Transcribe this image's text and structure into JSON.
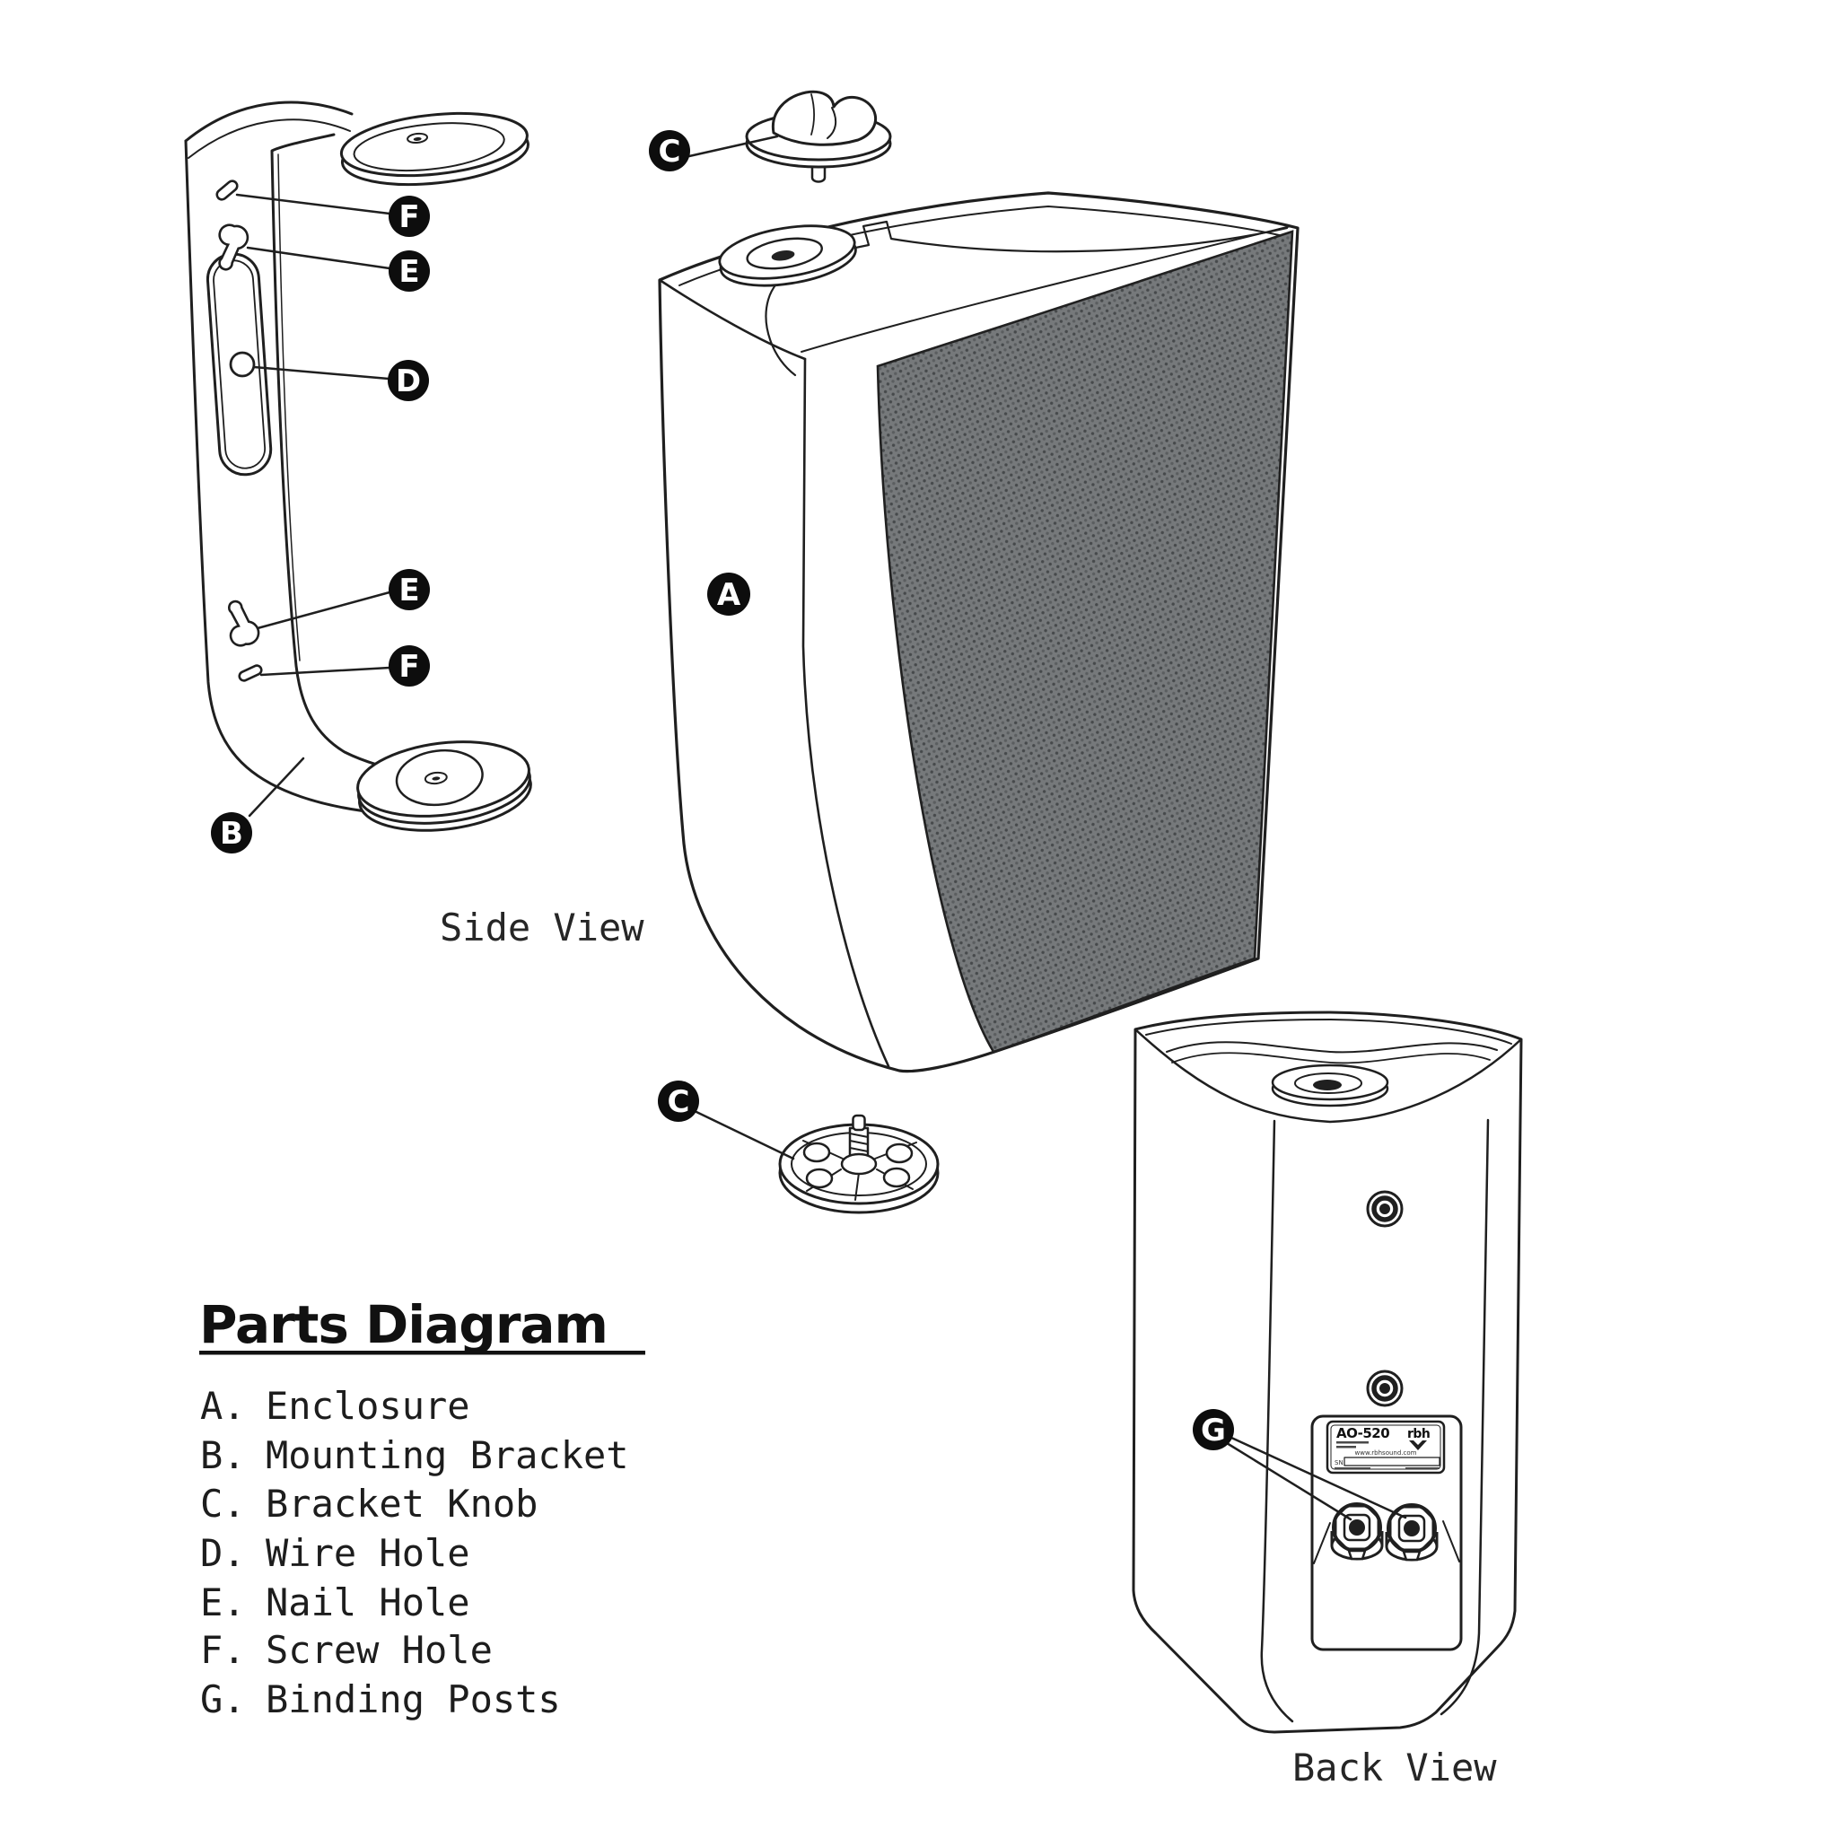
{
  "page": {
    "background": "#ffffff"
  },
  "colors": {
    "ink": "#1f1f1f",
    "badge_bg": "#0d0d0d",
    "badge_text": "#ffffff",
    "grille_base": "#76797b",
    "grille_dot_dark": "#46494b",
    "grille_dot_mid": "#5b5e60"
  },
  "captions": {
    "side_view": "Side View",
    "back_view": "Back View"
  },
  "parts_list": {
    "title": "Parts Diagram",
    "items": [
      {
        "key": "A.",
        "label": "Enclosure"
      },
      {
        "key": "B.",
        "label": "Mounting Bracket"
      },
      {
        "key": "C.",
        "label": "Bracket Knob"
      },
      {
        "key": "D.",
        "label": "Wire Hole"
      },
      {
        "key": "E.",
        "label": "Nail Hole"
      },
      {
        "key": "F.",
        "label": "Screw Hole"
      },
      {
        "key": "G.",
        "label": "Binding Posts"
      }
    ]
  },
  "callouts": {
    "c_top": "C",
    "f_top": "F",
    "e_top": "E",
    "d": "D",
    "e_bottom": "E",
    "f_bottom": "F",
    "b": "B",
    "a": "A",
    "c_bottom": "C",
    "g": "G"
  },
  "back_panel_label": {
    "model": "AO-520",
    "brand": "rbh",
    "website": "www.rbhsound.com",
    "sn_prefix": "SN"
  }
}
